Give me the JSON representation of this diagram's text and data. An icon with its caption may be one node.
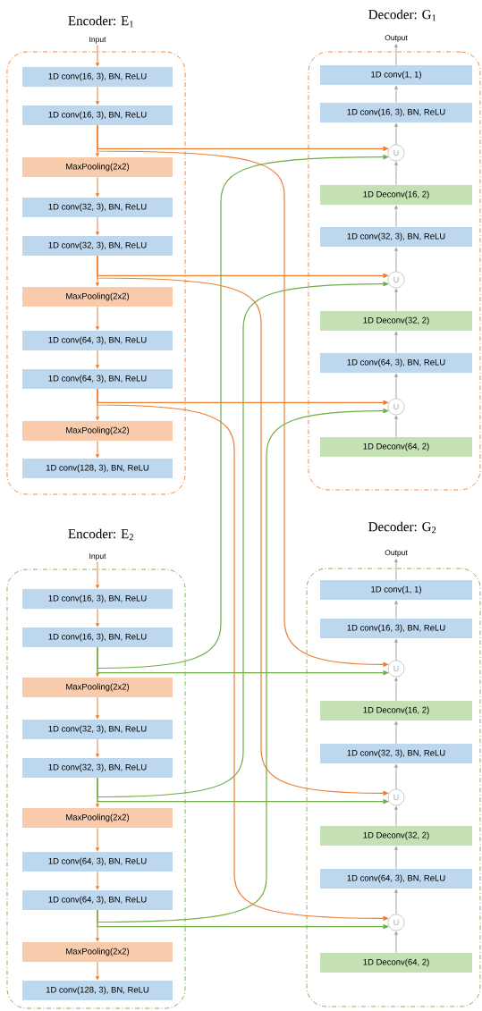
{
  "diagram": {
    "nodes": [
      {
        "text": [
          "Encoder: E$_{1}$"
        ]
      },
      {
        "text": [
          "Input"
        ]
      },
      {
        "text": [
          "1D conv(16, 3), BN, ReLU"
        ],
        "in": 0
      },
      {
        "text": [
          "1D conv(16, 3), BN, ReLU"
        ],
        "in": 0
      },
      {
        "text": [
          "MaxPooling(2x2)"
        ],
        "in": 0
      },
      {
        "text": [
          "1D conv(32, 3), BN, ReLU"
        ],
        "in": 0
      },
      {
        "text": [
          "1D conv(32, 3), BN, ReLU"
        ],
        "in": 0
      },
      {
        "text": [
          "MaxPooling(2x2)"
        ],
        "in": 0
      },
      {
        "text": [
          "1D conv(64, 3), BN, ReLU"
        ],
        "in": 0
      },
      {
        "text": [
          "1D conv(64, 3), BN, ReLU"
        ],
        "in": 0
      },
      {
        "text": [
          "MaxPooling(2x2)"
        ],
        "in": 0
      },
      {
        "text": [
          "1D conv(128, 3), BN, ReLU"
        ],
        "in": 0
      },
      {
        "text": [
          "Decoder: G$_{1}$"
        ]
      },
      {
        "text": [
          "Output"
        ]
      },
      {
        "text": [
          "1D conv(1, 1)"
        ],
        "in": 12
      },
      {
        "text": [
          "1D conv(16, 3), BN, ReLU"
        ],
        "in": 12
      },
      {
        "text": [
          "U"
        ],
        "in": 12
      },
      {
        "text": [
          "1D Deconv(16, 2)"
        ],
        "in": 12
      },
      {
        "text": [
          "1D conv(32, 3), BN, ReLU"
        ],
        "in": 12
      },
      {
        "text": [
          "U"
        ],
        "in": 12
      },
      {
        "text": [
          "1D Deconv(32, 2)"
        ],
        "in": 12
      },
      {
        "text": [
          "1D conv(64, 3), BN, ReLU"
        ],
        "in": 12
      },
      {
        "text": [
          "U"
        ],
        "in": 12
      },
      {
        "text": [
          "1D Deconv(64, 2)"
        ],
        "in": 12
      },
      {
        "text": [
          "Encoder: E$_{2}$"
        ]
      },
      {
        "text": [
          "Input"
        ]
      },
      {
        "text": [
          "1D conv(16, 3), BN, ReLU"
        ],
        "in": 24
      },
      {
        "text": [
          "1D conv(16, 3), BN, ReLU"
        ],
        "in": 24
      },
      {
        "text": [
          "MaxPooling(2x2)"
        ],
        "in": 24
      },
      {
        "text": [
          "1D conv(32, 3), BN, ReLU"
        ],
        "in": 24
      },
      {
        "text": [
          "1D conv(32, 3), BN, ReLU"
        ],
        "in": 24
      },
      {
        "text": [
          "MaxPooling(2x2)"
        ],
        "in": 24
      },
      {
        "text": [
          "1D conv(64, 3), BN, ReLU"
        ],
        "in": 24
      },
      {
        "text": [
          "1D conv(64, 3), BN, ReLU"
        ],
        "in": 24
      },
      {
        "text": [
          "MaxPooling(2x2)"
        ],
        "in": 24
      },
      {
        "text": [
          "1D conv(128, 3), BN, ReLU"
        ],
        "in": 24
      },
      {
        "text": [
          "Decoder: G$_{2}$"
        ]
      },
      {
        "text": [
          "Output"
        ]
      },
      {
        "text": [
          "1D conv(1, 1)"
        ],
        "in": 36
      },
      {
        "text": [
          "1D conv(16, 3), BN, ReLU"
        ],
        "in": 36
      },
      {
        "text": [
          "U"
        ],
        "in": 36
      },
      {
        "text": [
          "1D Deconv(16, 2)"
        ],
        "in": 36
      },
      {
        "text": [
          "1D conv(32, 3), BN, ReLU"
        ],
        "in": 36
      },
      {
        "text": [
          "U"
        ],
        "in": 36
      },
      {
        "text": [
          "1D Deconv(32, 2)"
        ],
        "in": 36
      },
      {
        "text": [
          "1D conv(64, 3), BN, ReLU"
        ],
        "in": 36
      },
      {
        "text": [
          "U"
        ],
        "in": 36
      },
      {
        "text": [
          "1D Deconv(64, 2)"
        ],
        "in": 36
      }
    ],
    "edges": [
      {
        "from": 1,
        "to": 2,
        "arrow": "to"
      },
      {
        "from": 2,
        "to": 3,
        "arrow": "to"
      },
      {
        "from": 3,
        "to": 4,
        "arrow": "to"
      },
      {
        "from": 4,
        "to": 5,
        "arrow": "to"
      },
      {
        "from": 5,
        "to": 6,
        "arrow": "to"
      },
      {
        "from": 6,
        "to": 7,
        "arrow": "to"
      },
      {
        "from": 7,
        "to": 8,
        "arrow": "to"
      },
      {
        "from": 8,
        "to": 9,
        "arrow": "to"
      },
      {
        "from": 9,
        "to": 10,
        "arrow": "to"
      },
      {
        "from": 10,
        "to": 11,
        "arrow": "to"
      },
      {
        "from": 23,
        "to": 22,
        "arrow": "to",
        "color": "#a5a5a5"
      },
      {
        "from": 22,
        "to": 21,
        "arrow": "to",
        "color": "#a5a5a5"
      },
      {
        "from": 21,
        "to": 20,
        "arrow": "to",
        "color": "#a5a5a5"
      },
      {
        "from": 20,
        "to": 19,
        "arrow": "to",
        "color": "#a5a5a5"
      },
      {
        "from": 19,
        "to": 18,
        "arrow": "to",
        "color": "#a5a5a5"
      },
      {
        "from": 18,
        "to": 17,
        "arrow": "to",
        "color": "#a5a5a5"
      },
      {
        "from": 17,
        "to": 16,
        "arrow": "to",
        "color": "#a5a5a5"
      },
      {
        "from": 16,
        "to": 15,
        "arrow": "to",
        "color": "#a5a5a5"
      },
      {
        "from": 15,
        "to": 14,
        "arrow": "to",
        "color": "#a5a5a5"
      },
      {
        "from": 14,
        "to": 13,
        "arrow": "to",
        "color": "#a5a5a5"
      },
      {
        "from": 3,
        "to": 16,
        "arrow": "to"
      },
      {
        "from": 3,
        "to": 40,
        "arrow": "to"
      },
      {
        "from": 6,
        "to": 19,
        "arrow": "to"
      },
      {
        "from": 6,
        "to": 43,
        "arrow": "to"
      },
      {
        "from": 9,
        "to": 22,
        "arrow": "to"
      },
      {
        "from": 9,
        "to": 46,
        "arrow": "to"
      },
      {
        "from": 25,
        "to": 26,
        "arrow": "to"
      },
      {
        "from": 26,
        "to": 27,
        "arrow": "to"
      },
      {
        "from": 27,
        "to": 28,
        "arrow": "to"
      },
      {
        "from": 28,
        "to": 29,
        "arrow": "to"
      },
      {
        "from": 29,
        "to": 30,
        "arrow": "to"
      },
      {
        "from": 30,
        "to": 31,
        "arrow": "to"
      },
      {
        "from": 31,
        "to": 32,
        "arrow": "to"
      },
      {
        "from": 32,
        "to": 33,
        "arrow": "to"
      },
      {
        "from": 33,
        "to": 34,
        "arrow": "to"
      },
      {
        "from": 34,
        "to": 35,
        "arrow": "to"
      },
      {
        "from": 47,
        "to": 46,
        "arrow": "to",
        "color": "#a5a5a5"
      },
      {
        "from": 46,
        "to": 45,
        "arrow": "to",
        "color": "#a5a5a5"
      },
      {
        "from": 45,
        "to": 44,
        "arrow": "to",
        "color": "#a5a5a5"
      },
      {
        "from": 44,
        "to": 43,
        "arrow": "to",
        "color": "#a5a5a5"
      },
      {
        "from": 43,
        "to": 42,
        "arrow": "to",
        "color": "#a5a5a5"
      },
      {
        "from": 42,
        "to": 41,
        "arrow": "to",
        "color": "#a5a5a5"
      },
      {
        "from": 41,
        "to": 40,
        "arrow": "to",
        "color": "#a5a5a5"
      },
      {
        "from": 40,
        "to": 39,
        "arrow": "to",
        "color": "#a5a5a5"
      },
      {
        "from": 39,
        "to": 38,
        "arrow": "to",
        "color": "#a5a5a5"
      },
      {
        "from": 38,
        "to": 37,
        "arrow": "to",
        "color": "#a5a5a5"
      },
      {
        "from": 27,
        "to": 16,
        "arrow": "to",
        "color": "#70ad47"
      },
      {
        "from": 27,
        "to": 40,
        "arrow": "to",
        "color": "#70ad47"
      },
      {
        "from": 30,
        "to": 19,
        "arrow": "to",
        "color": "#70ad47"
      },
      {
        "from": 30,
        "to": 43,
        "arrow": "to",
        "color": "#70ad47"
      },
      {
        "from": 33,
        "to": 22,
        "arrow": "to",
        "color": "#70ad47"
      },
      {
        "from": 33,
        "to": 46,
        "arrow": "to",
        "color": "#70ad47"
      }
    ]
  }
}
